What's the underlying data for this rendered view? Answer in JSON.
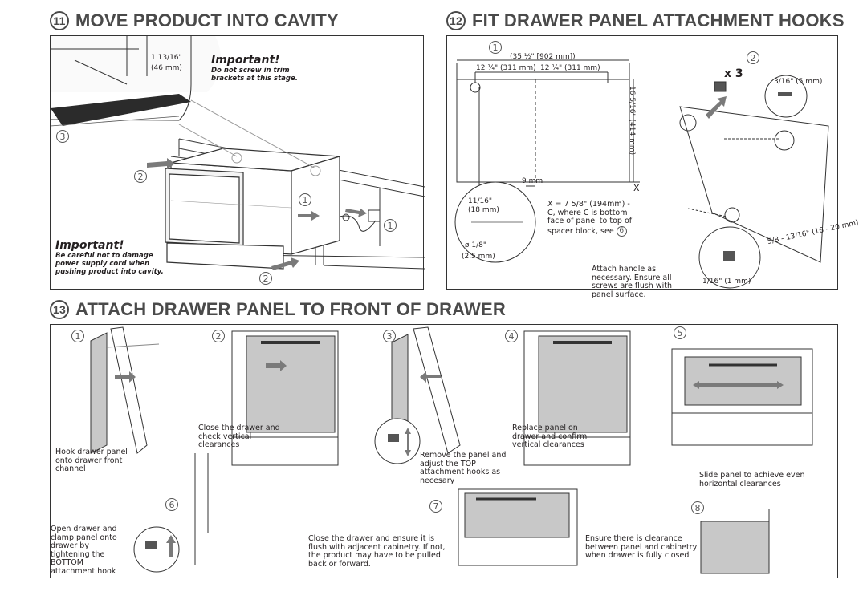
{
  "sections": {
    "s11": {
      "num": "11",
      "title": "MOVE PRODUCT INTO CAVITY"
    },
    "s12": {
      "num": "12",
      "title": "FIT DRAWER PANEL ATTACHMENT HOOKS"
    },
    "s13": {
      "num": "13",
      "title": "ATTACH DRAWER PANEL TO FRONT OF DRAWER"
    }
  },
  "panel11": {
    "important1_title": "Important!",
    "important1_text": "Do not screw in trim brackets at this stage.",
    "dim_imperial": "1 13/16\"",
    "dim_metric": "(46 mm)",
    "important2_title": "Important!",
    "important2_text": "Be careful not to damage power supply cord when pushing product into cavity.",
    "callouts": [
      "1",
      "2",
      "3",
      "1",
      "2"
    ]
  },
  "panel12": {
    "callout1": "1",
    "callout2": "2",
    "overall_width": "(35 ½\" [902 mm])",
    "half_left": "12 ¼\" (311 mm)",
    "half_right": "12 ¼\" (311 mm)",
    "height": "16 5/16\" (414 mm)",
    "bottom_offset": "9 mm",
    "x_label": "X",
    "hook_count": "x 3",
    "detail_a_top": "11/16\"",
    "detail_a_mm": "(18 mm)",
    "detail_a_dia": "ø 1/8\"",
    "detail_a_dia_mm": "(2.5 mm)",
    "formula": "X = 7 5/8\" (194mm) - C, where C is bottom face of panel to top of spacer block, see",
    "formula_ref": "6",
    "detail_b": "3/16\" (5 mm)",
    "panel_thickness": "5/8 - 13/16\" (16 - 20 mm)",
    "detail_c": "1/16\" (1 mm)",
    "note": "Attach handle as necessary. Ensure all screws are flush with panel surface."
  },
  "panel13": {
    "steps": [
      {
        "num": "1",
        "caption": "Hook drawer panel onto drawer front channel"
      },
      {
        "num": "2",
        "caption": "Close the drawer and check vertical clearances"
      },
      {
        "num": "3",
        "caption": "Remove the panel and adjust the TOP attachment hooks as necesary"
      },
      {
        "num": "4",
        "caption": "Replace panel on drawer and confirm vertical clearances"
      },
      {
        "num": "5",
        "caption": "Slide panel to achieve even horizontal clearances"
      },
      {
        "num": "6",
        "caption": "Open drawer and clamp panel onto drawer by tightening the BOTTOM attachment hook"
      },
      {
        "num": "7",
        "caption": "Close the drawer and ensure it is flush with adjacent cabinetry. If not, the product may have to be pulled back or forward."
      },
      {
        "num": "8",
        "caption": "Ensure there is clearance between panel and cabinetry when drawer is fully closed"
      }
    ]
  },
  "colors": {
    "text": "#231f20",
    "header": "#4a4a4a",
    "arrow": "#7a7a7a",
    "panel_fill": "#c8c8c8",
    "dark": "#2b2b2b"
  }
}
